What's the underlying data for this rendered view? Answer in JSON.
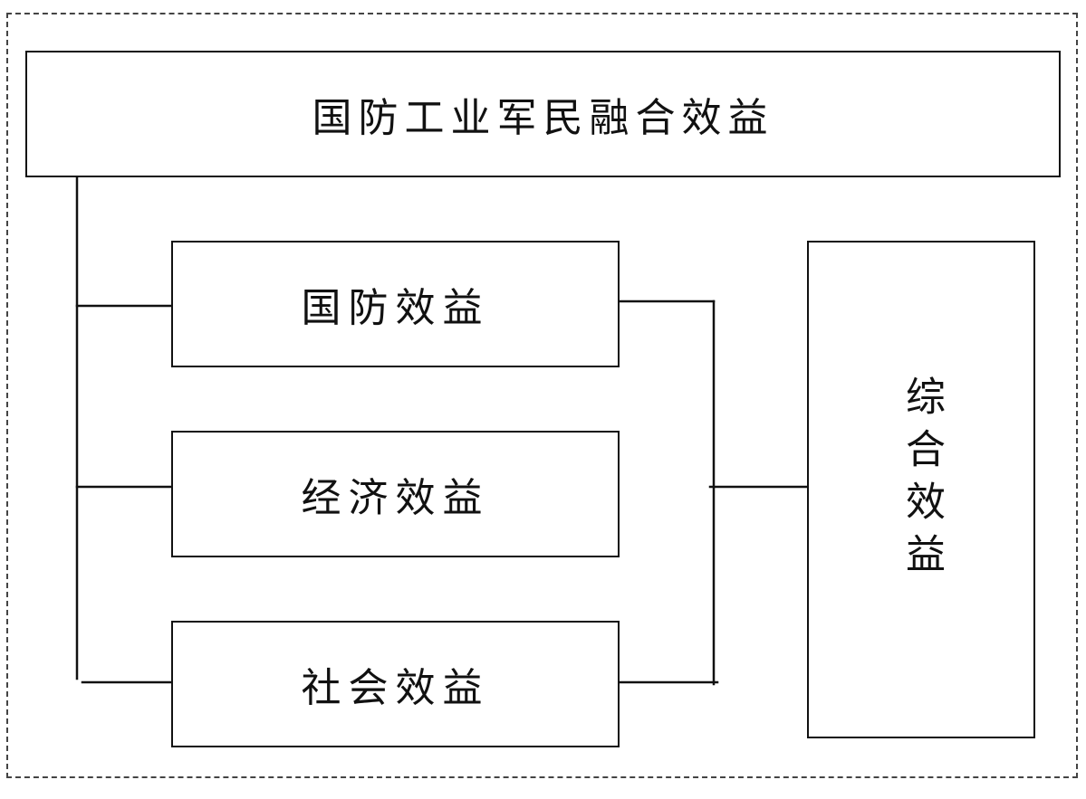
{
  "diagram": {
    "top_box": {
      "label": "国防工业军民融合效益"
    },
    "benefits": [
      {
        "label": "国防效益"
      },
      {
        "label": "经济效益"
      },
      {
        "label": "社会效益"
      }
    ],
    "right_box": {
      "label": "综合效益"
    },
    "colors": {
      "line": "#111111",
      "frame": "#444444",
      "background": "#ffffff"
    }
  }
}
